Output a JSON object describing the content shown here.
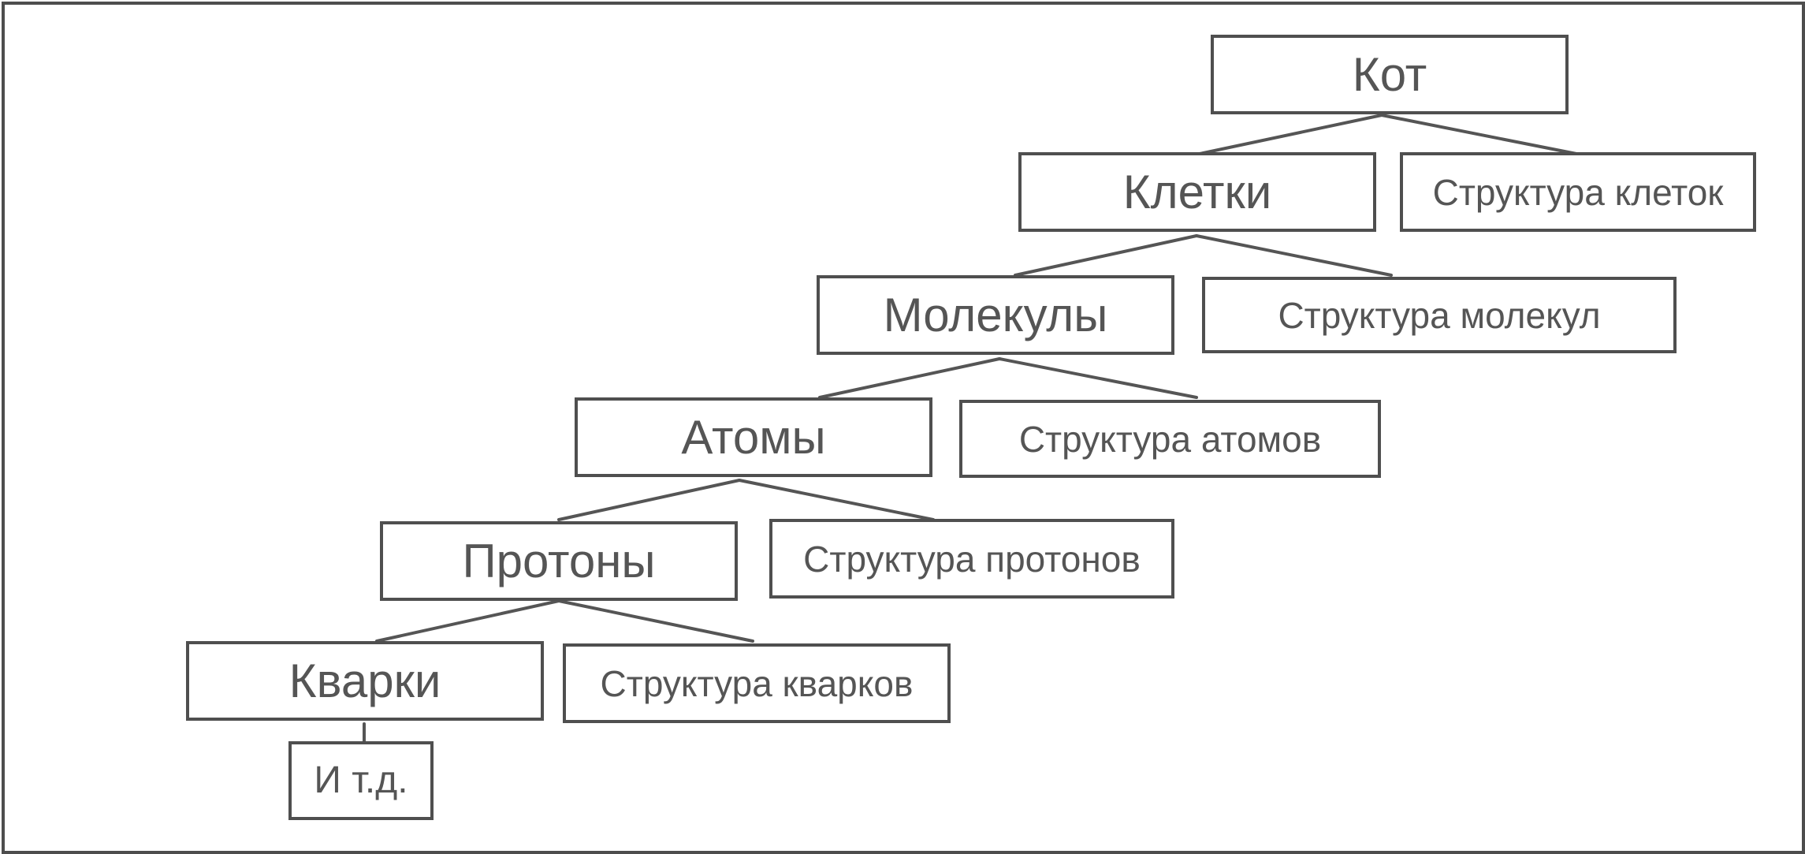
{
  "diagram": {
    "nodes": {
      "kot": "Кот",
      "kletki": "Клетки",
      "struktura_kletok": "Структура клеток",
      "molekuly": "Молекулы",
      "struktura_molekul": "Структура молекул",
      "atomy": "Атомы",
      "struktura_atomov": "Структура атомов",
      "protony": "Протоны",
      "struktura_protonov": "Структура протонов",
      "kvarki": "Кварки",
      "struktura_kvarkov": "Структура кварков",
      "i_t_d": "И т.д."
    },
    "edges": [
      [
        "kot",
        "kletki"
      ],
      [
        "kot",
        "struktura_kletok"
      ],
      [
        "kletki",
        "molekuly"
      ],
      [
        "kletki",
        "struktura_molekul"
      ],
      [
        "molekuly",
        "atomy"
      ],
      [
        "molekuly",
        "struktura_atomov"
      ],
      [
        "atomy",
        "protony"
      ],
      [
        "atomy",
        "struktura_protonov"
      ],
      [
        "protony",
        "kvarki"
      ],
      [
        "protony",
        "struktura_kvarkov"
      ],
      [
        "kvarki",
        "i_t_d"
      ]
    ],
    "colors": {
      "stroke": "#4f4f4f",
      "text": "#555555",
      "background": "#ffffff"
    }
  }
}
